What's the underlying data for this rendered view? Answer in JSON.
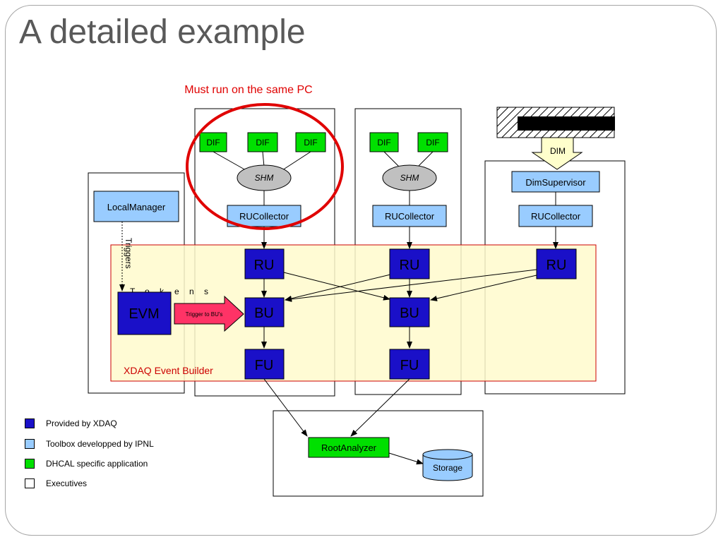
{
  "title": "A detailed example",
  "annotation": "Must run on the same PC",
  "nodes": {
    "dif": "DIF",
    "shm": "SHM",
    "rucollector": "RUCollector",
    "dimsupervisor": "DimSupervisor",
    "dim": "DIM",
    "localmanager": "LocalManager",
    "ru": "RU",
    "bu": "BU",
    "fu": "FU",
    "evm": "EVM",
    "trigger": "Trigger to BU's",
    "rootanalyzer": "RootAnalyzer",
    "storage": "Storage",
    "xdaq_region": "XDAQ Event Builder",
    "triggers_label": "Triggers",
    "tokens_letters": [
      "T",
      "o",
      "k",
      "e",
      "n",
      "s"
    ]
  },
  "legend": [
    {
      "label": "Provided by XDAQ",
      "color": "#1a10c8"
    },
    {
      "label": "Toolbox developped by IPNL",
      "color": "#99ccff"
    },
    {
      "label": "DHCAL specific application",
      "color": "#00e000"
    },
    {
      "label": "Executives",
      "color": "#ffffff"
    }
  ],
  "colors": {
    "xdaq_blue": "#1a10c8",
    "ipnl_blue": "#99ccff",
    "dhcal_green": "#00e000",
    "annotation_red": "#e00000",
    "region_fill": "#fffacd",
    "trigger_arrow": "#ff3366",
    "dim_arrow": "#ffffcc"
  }
}
